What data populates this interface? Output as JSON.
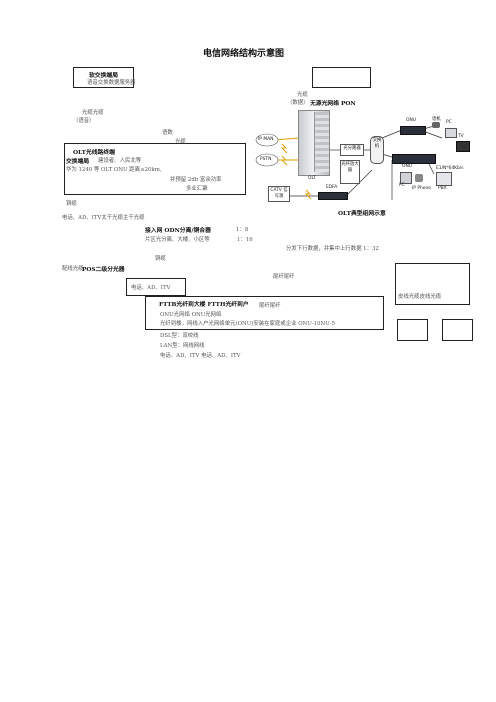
{
  "title": "电信网络结构示意图",
  "labels": {
    "core_exchange_room": "软交换端局",
    "softswitch_server": "语音交换数据服务器",
    "fiber_cable_voice": "光缆光缆",
    "voice_paren": "（语音）",
    "olt_room": "OLT光线路终端",
    "exchange_room": "交换端局",
    "vendor_note": "建设者、人民北等",
    "huawei_note": "华为 1240 等 OLT ONU 距离≤20km,",
    "voice_data": "语数",
    "cable_to": "光缆",
    "reserve_note": "并预留 2db 富余功率",
    "summary_note": "多业汇聚",
    "copper": "铜缆",
    "services_copper": "电话、AD、ITV太干光缆主干光缆",
    "odn_access": "接入网 ODN分离/铜合器",
    "odn_ratio": "1：8",
    "area_note": "片区光分离、大楼、小区等",
    "area_ratio": "1：16",
    "fiber_data": "光缆",
    "data_paren": "（数据）",
    "pon_title": "无源光网络 PON",
    "split_note": "分发下行数据，并集中上行数据 1：32",
    "copper2": "铜缆",
    "distribution_fiber": "配线光缆",
    "pos_splitter": "POS二级分光器",
    "fiber_pigtail": "尾纤尾纤",
    "services_box": "电话、AD、ITV",
    "drop_cable": "皮线光缆皮线光缆",
    "fttb": "FTTB光纤到大楼 FTTH光纤到户",
    "fttb_pigtail": "尾纤尾纤",
    "onu_note": "ONU光网络 ONU光网络",
    "onu_install": "光纤到楼，网线入户光网络单元(ONU)安装在家庭或企业 ONU-10NU-5",
    "dsl": "DSL型：双绞线",
    "lan": "LAN型：网线网线",
    "services_final": "电话、AD、ITV 电话、AD、ITV",
    "olt_example": "OLT典型组网示意"
  },
  "diagram": {
    "ip_man": "IP MAN",
    "pstn": "PSTN",
    "olt": "OLT",
    "splitter": "光分路器",
    "onu": "ONU",
    "onu2": "ONU",
    "e1": "E1/N*64Kb/s",
    "phone": "话机",
    "pc": "PC",
    "tv": "TV",
    "pbx": "PBX",
    "ip_phone": "IP Phone",
    "pc2": "PC",
    "catv": "CATV\n信号源",
    "edfa": "EDFA",
    "optical_amp": "光纤放大器",
    "switch": "交换机"
  }
}
